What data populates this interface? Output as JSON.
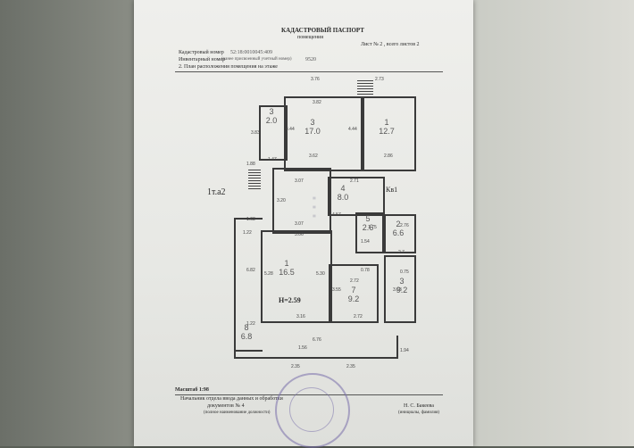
{
  "header": {
    "title": "КАДАСТРОВЫЙ ПАСПОРТ",
    "subtitle": "помещения",
    "sheet": "Лист № 2 , всего листов 2",
    "cad_label": "Кадастровый номер",
    "cad_value": "52:18:0010045:409",
    "inv_label": "Инвентарный номер",
    "inv_hint": "(ранее присвоенный учетный номер)",
    "inv_value": "9520",
    "section": "2. План расположения помещения на этаже"
  },
  "plan": {
    "floor_label": "1т.а2",
    "height_label": "H=2.59",
    "kv": "Кв1",
    "rooms": [
      {
        "num": "3",
        "area": "2.0"
      },
      {
        "num": "3",
        "area": "17.0"
      },
      {
        "num": "1",
        "area": "12.7"
      },
      {
        "num": "4",
        "area": "8.0"
      },
      {
        "num": "5",
        "area": "2.6"
      },
      {
        "num": "2",
        "area": "6.6"
      },
      {
        "num": "1",
        "area": "16.5"
      },
      {
        "num": "7",
        "area": "9.2"
      },
      {
        "num": "3",
        "area": "9.2"
      },
      {
        "num": "8",
        "area": "6.8"
      }
    ],
    "dims": [
      "3.76",
      "3.82",
      "2.73",
      "4.44",
      "4.44",
      "3.83",
      "1.47",
      "3.62",
      "2.86",
      "3.07",
      "2.71",
      "3.20",
      "3.07",
      "1.63",
      "1.22",
      "3.06",
      "4.57",
      "1.75",
      "1.54",
      "2.76",
      "2.7",
      "5.28",
      "5.30",
      "3.55",
      "2.72",
      "3.16",
      "2.72",
      "3.63",
      "0.75",
      "1.22",
      "6.76",
      "1.56",
      "2.35",
      "2.35",
      "1.88",
      "6.82",
      "0.78",
      "1.94"
    ]
  },
  "footer": {
    "scale": "Масштаб 1:98",
    "position": "Начальник отдела ввода данных и обработки",
    "position2": "документов № 4",
    "position_hint": "(полное наименование должности)",
    "signer": "Н. С. Бакеева",
    "signer_hint": "(инициалы, фамилия)"
  }
}
